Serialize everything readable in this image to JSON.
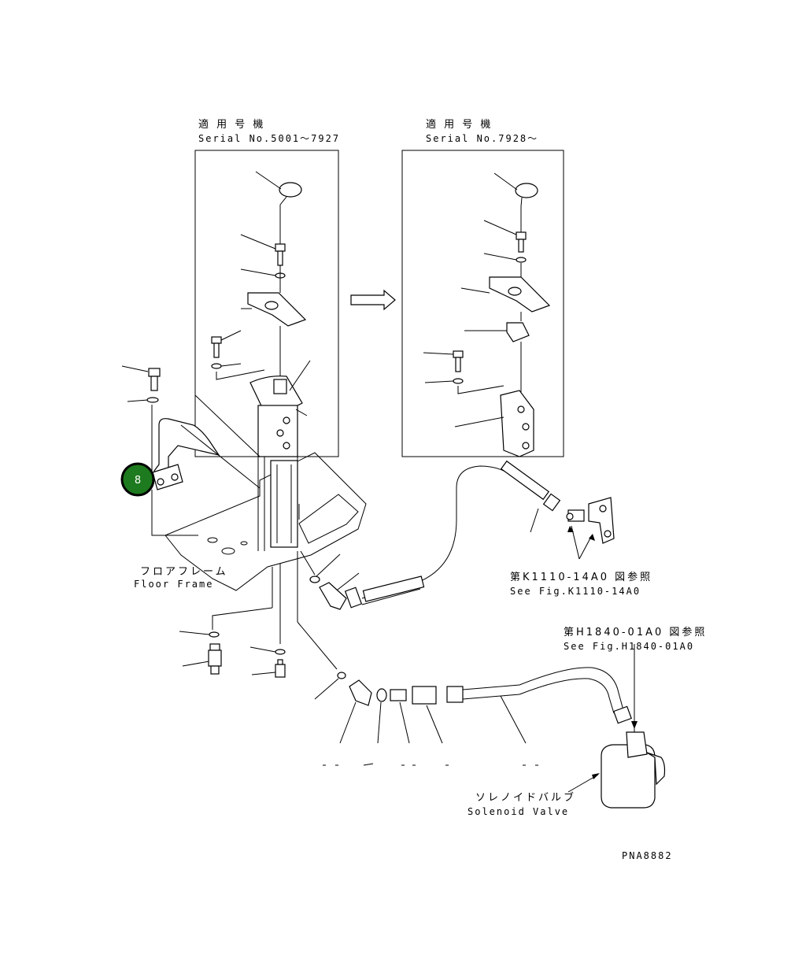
{
  "labels": {
    "serial_early_jp": "適 用 号 機",
    "serial_early_en": "Serial No.5001〜7927",
    "serial_late_jp": "適 用 号 機",
    "serial_late_en": "Serial No.7928〜",
    "floor_frame_jp": "フロアフレーム",
    "floor_frame_en": "Floor Frame",
    "ref1_jp": "第K1110-14A0 図参照",
    "ref1_en": "See Fig.K1110-14A0",
    "ref2_jp": "第H1840-01A0 図参照",
    "ref2_en": "See Fig.H1840-01A0",
    "solenoid_jp": "ソレノイドバルブ",
    "solenoid_en": "Solenoid Valve",
    "drawing_no": "PNA8882"
  },
  "callout": {
    "number": "8",
    "color": "#1e7a1e"
  }
}
